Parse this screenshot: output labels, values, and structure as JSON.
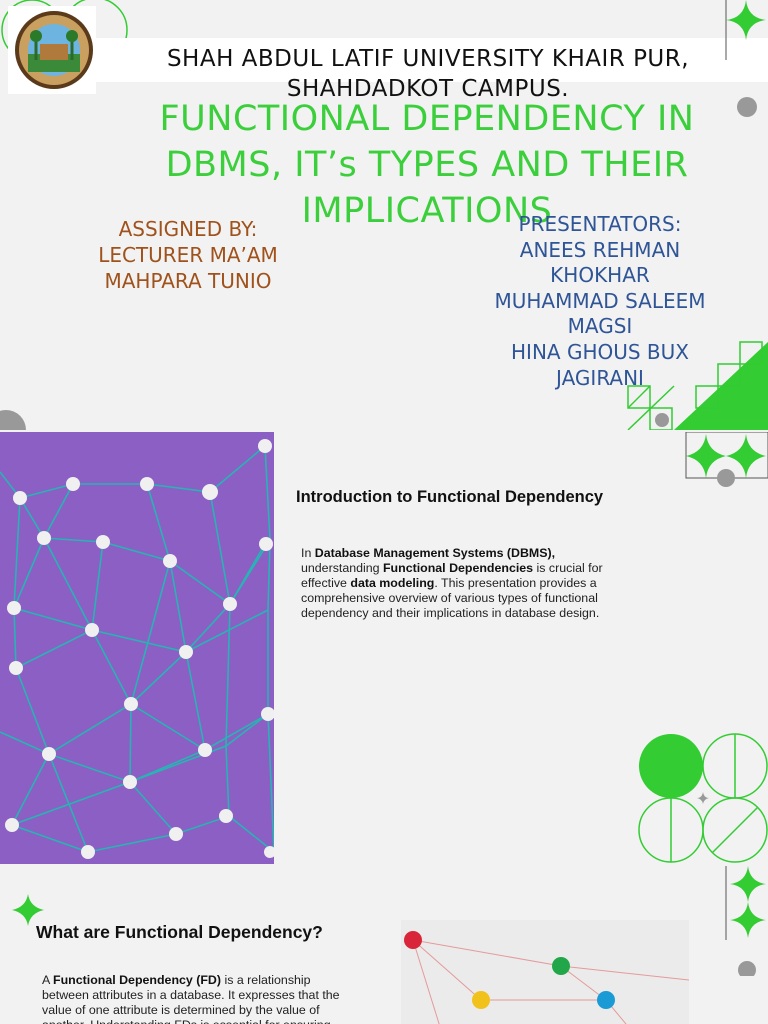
{
  "slide1": {
    "university": "SHAH ABDUL LATIF UNIVERSITY KHAIR PUR, SHAHDADKOT CAMPUS.",
    "title": "FUNCTIONAL DEPENDENCY  IN DBMS, IT’s TYPES AND THEIR IMPLICATIONS",
    "assigned_heading": "ASSIGNED BY:",
    "assigned_names": [
      "LECTURER MA’AM",
      "MAHPARA TUNIO"
    ],
    "presenters_heading": "PRESENTATORS:",
    "presenters": [
      "ANEES REHMAN",
      "KHOKHAR",
      "MUHAMMAD SALEEM",
      "MAGSI",
      "HINA GHOUS BUX",
      "JAGIRANI"
    ],
    "colors": {
      "title": "#3ccf3c",
      "assigned": "#a0521c",
      "presenters": "#2f5597",
      "accent": "#33cc33"
    }
  },
  "slide2": {
    "heading": "Introduction to Functional Dependency",
    "para": {
      "t1": "In ",
      "b1": "Database Management Systems (DBMS),",
      "t2": " understanding ",
      "b2": "Functional Dependencies",
      "t3": " is crucial for effective ",
      "b3": "data modeling",
      "t4": ". This presentation provides a comprehensive overview of various types of functional dependency and their implications in database design."
    }
  },
  "slide3": {
    "heading": "What are Functional Dependency?",
    "para": {
      "t1": "A ",
      "b1": "Functional Dependency (FD)",
      "t2": " is a relationship between attributes in a database. It expresses that the value of one attribute is determined by the value of another. Understanding FDs is essential for ensuring"
    }
  }
}
